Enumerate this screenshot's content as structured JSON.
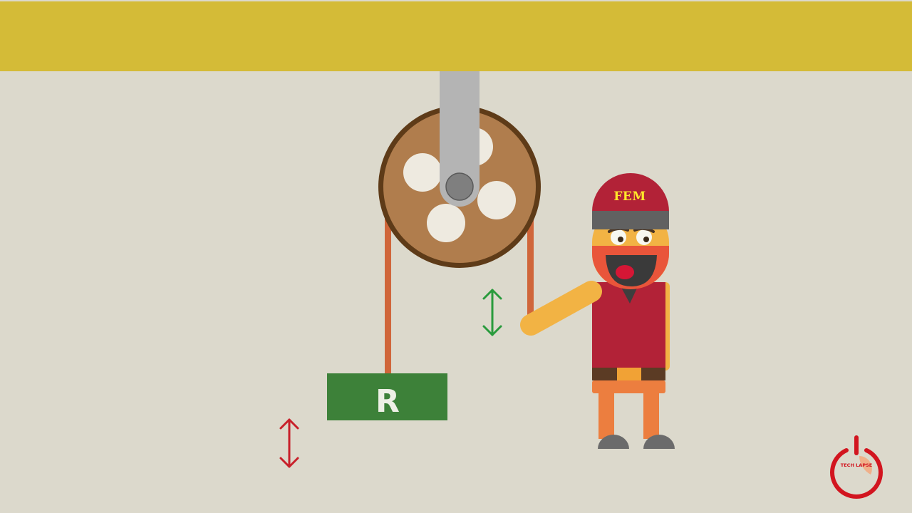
{
  "diagram": {
    "load": {
      "label": "R"
    },
    "person": {
      "cap_text": "FEM"
    },
    "logo": {
      "text": "TECH LAPSE"
    }
  },
  "colors": {
    "background": "#dcd9cc",
    "ceiling": "#d4bb37",
    "rope": "#d0663a",
    "pulley_rim": "#5e3b18",
    "pulley_wheel": "#b07d4d",
    "bracket": "#b4b4b4",
    "load_box": "#3d8139",
    "effort_arrow": "#2a9b3d",
    "load_arrow": "#c8202a",
    "shirt": "#b22237",
    "skin": "#f2b344",
    "logo": "#d2151f"
  }
}
